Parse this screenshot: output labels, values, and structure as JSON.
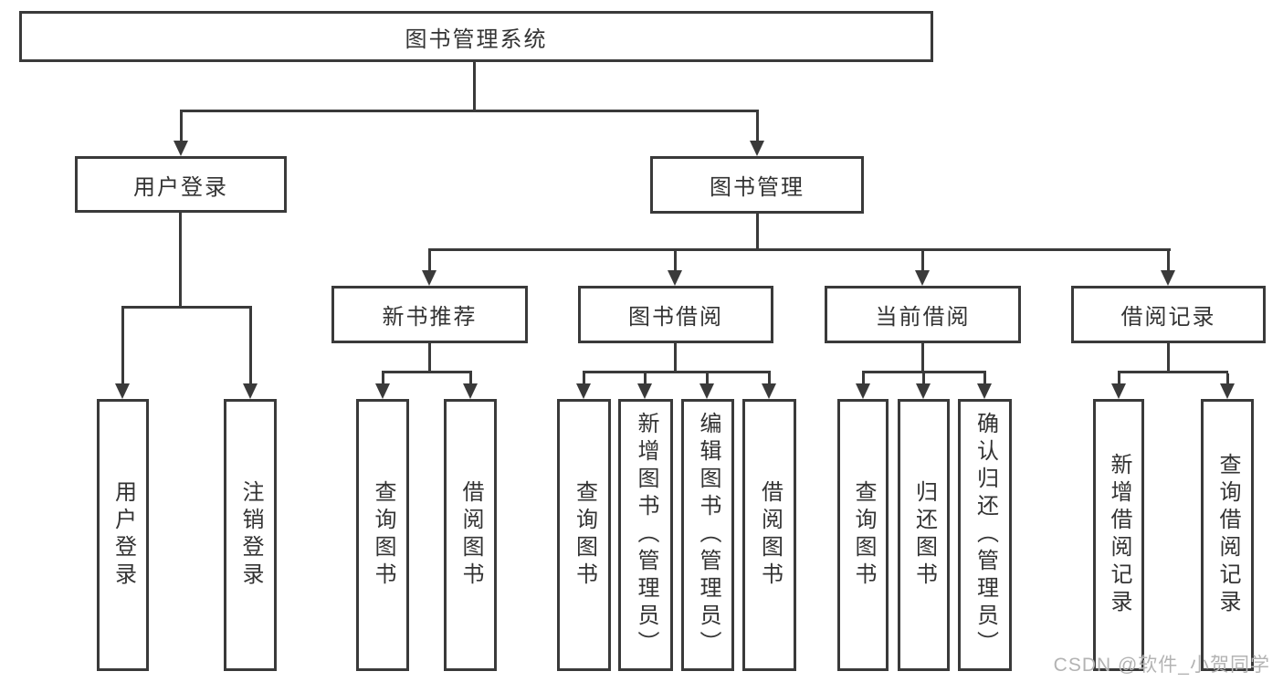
{
  "diagram": {
    "root": "图书管理系统",
    "user_login": {
      "label": "用户登录",
      "children": [
        "用户登录",
        "注销登录"
      ]
    },
    "book_mgmt": {
      "label": "图书管理",
      "sections": [
        {
          "label": "新书推荐",
          "children": [
            "查询图书",
            "借阅图书"
          ]
        },
        {
          "label": "图书借阅",
          "children": [
            "查询图书",
            "新增图书（管理员）",
            "编辑图书（管理员）",
            "借阅图书"
          ]
        },
        {
          "label": "当前借阅",
          "children": [
            "查询图书",
            "归还图书",
            "确认归还（管理员）"
          ]
        },
        {
          "label": "借阅记录",
          "children": [
            "新增借阅记录",
            "查询借阅记录"
          ]
        }
      ]
    }
  },
  "watermark": "CSDN @软件_小贺同学",
  "colors": {
    "line": "#3a3a3a",
    "text": "#333333",
    "watermark": "#b3b3b3",
    "background": "#ffffff"
  }
}
